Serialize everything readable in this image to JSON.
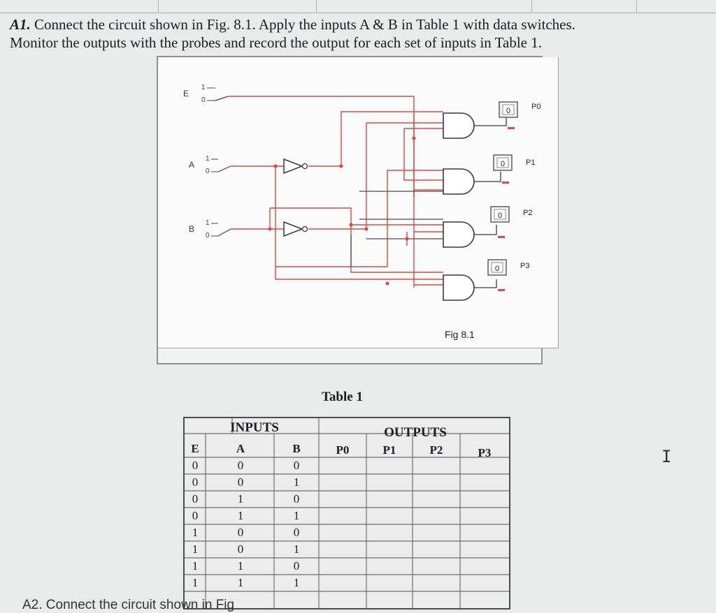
{
  "question": {
    "number": "A1.",
    "text_line1": "Connect the circuit shown in Fig. 8.1. Apply the inputs A & B in Table 1 with data switches.",
    "text_line2": "Monitor the outputs with the probes and record the output for each set of inputs in Table 1."
  },
  "figure": {
    "caption": "Fig 8.1",
    "switches": [
      {
        "label": "E",
        "high": "1",
        "low": "0"
      },
      {
        "label": "A",
        "high": "1",
        "low": "0"
      },
      {
        "label": "B",
        "high": "1",
        "low": "0"
      }
    ],
    "probes": [
      {
        "label": "P0",
        "value": "0"
      },
      {
        "label": "P1",
        "value": "0"
      },
      {
        "label": "P2",
        "value": "0"
      },
      {
        "label": "P3",
        "value": "0"
      }
    ],
    "colors": {
      "wire_red": "#e0463e",
      "wire_dark": "#4a4a4a",
      "gate": "#3a3a3a"
    }
  },
  "table": {
    "title": "Table 1",
    "inputs_header": "INPUTS",
    "outputs_header": "OUTPUTS",
    "columns": [
      "E",
      "A",
      "B",
      "P0",
      "P1",
      "P2",
      "P3"
    ],
    "rows": [
      [
        "0",
        "0",
        "0"
      ],
      [
        "0",
        "0",
        "1"
      ],
      [
        "0",
        "1",
        "0"
      ],
      [
        "0",
        "1",
        "1"
      ],
      [
        "1",
        "0",
        "0"
      ],
      [
        "1",
        "0",
        "1"
      ],
      [
        "1",
        "1",
        "0"
      ],
      [
        "1",
        "1",
        "1"
      ]
    ]
  },
  "cursor": {
    "glyph": "I"
  },
  "next_question": {
    "text": "A2. Connect the circuit shown in Fig"
  }
}
